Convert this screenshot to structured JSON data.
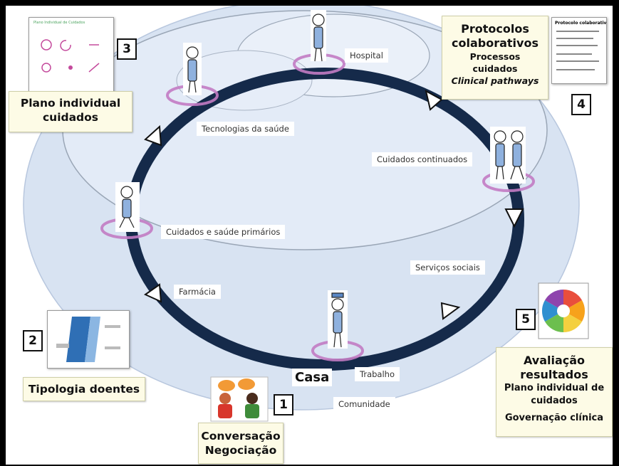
{
  "nodes": {
    "hospital": "Hospital",
    "tecnologias": "Tecnologias da saúde",
    "cuidados_continuados": "Cuidados continuados",
    "cuidados_primarios": "Cuidados e saúde primários",
    "servicos_sociais": "Serviços sociais",
    "farmacia": "Farmácia",
    "trabalho": "Trabalho",
    "comunidade": "Comunidade",
    "casa": "Casa"
  },
  "callouts": {
    "protocolos": {
      "number": "4",
      "title_line1": "Protocolos",
      "title_line2": "colaborativos",
      "sub_line1": "Processos",
      "sub_line2": "cuidados",
      "sub_line3": "Clinical pathways"
    },
    "plano": {
      "number": "3",
      "line1": "Plano individual",
      "line2": "cuidados"
    },
    "tipologia": {
      "number": "2",
      "label": "Tipologia doentes"
    },
    "conversacao": {
      "number": "1",
      "line1": "Conversação",
      "line2": "Negociação"
    },
    "avaliacao": {
      "number": "5",
      "line1": "Avaliação",
      "line2": "resultados",
      "line3": "Plano individual de",
      "line4": "cuidados",
      "line5": "Governação clínica"
    }
  },
  "documents": {
    "plano_doc_title": "Plano Individual de Cuidados",
    "protocolos_doc_title": "Protocolo colaborativo"
  },
  "colors": {
    "ring": "#152a4a",
    "outer_ellipse": "#d8e3f2",
    "inner_ellipse": "#e3ebf7",
    "ring_halo": "#c27bc3",
    "note_bg": "#fdfbe6"
  }
}
